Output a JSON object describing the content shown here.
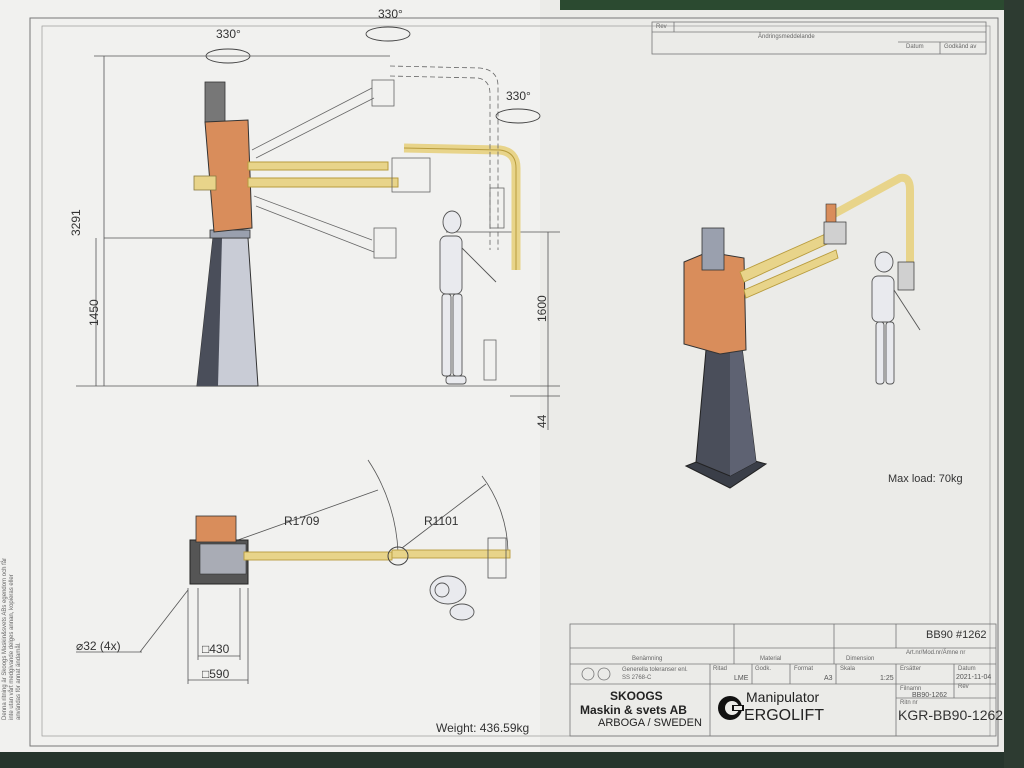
{
  "revision_block": {
    "rev_label": "Rev",
    "change_label": "Ändringsmeddelande",
    "date_label": "Datum",
    "approved_label": "Godkänd av"
  },
  "dimensions": {
    "rot_top_left": "330°",
    "rot_top_mid": "330°",
    "rot_right": "330°",
    "height_total": "3291",
    "height_column": "1450",
    "height_person": "1600",
    "offset_floor": "44",
    "radius_outer": "R1709",
    "radius_inner": "R1101",
    "bolt_holes": "⌀32 (4x)",
    "base_inner": "□430",
    "base_outer": "□590"
  },
  "notes": {
    "max_load": "Max load: 70kg",
    "weight": "Weight: 436.59kg"
  },
  "title_block": {
    "drawing_no_top": "BB90 #1262",
    "benamning_label": "Benämning",
    "material_label": "Material",
    "dimension_label": "Dimension",
    "artnr_label": "Art.nr/Mod.nr/Ämne nr",
    "tolerance_line1": "Generella toleranser enl.",
    "tolerance_line2": "SS 2768-C",
    "ritad_label": "Ritad",
    "ritad_value": "LME",
    "godk_label": "Godk.",
    "format_label": "Format",
    "format_value": "A3",
    "skala_label": "Skala",
    "skala_value": "1:25",
    "ersatter_label": "Ersätter",
    "datum_label": "Datum",
    "datum_value": "2021-11-04",
    "filnamn_label": "Filnamn",
    "filnamn_value": "BB90-1262",
    "rev_label": "Rev",
    "ritn_label": "Ritn nr",
    "ritn_value": "KGR-BB90-1262",
    "company_line1": "SKOOGS",
    "company_line2": "Maskin & svets AB",
    "company_line3": "ARBOGA / SWEDEN",
    "product_line1": "Manipulator",
    "product_line2": "ERGOLIFT"
  },
  "margin_note": "Denna ritning är Skoogs Maskin&svets ABs egendom och får inte utan vårt medgivande delges annan, kopieras eller användas för annat ändamål.",
  "colors": {
    "paper": "#eeeeec",
    "arm": "#e8d48a",
    "arm_edge": "#b89c3e",
    "housing": "#d98d5b",
    "column_dark": "#4a4e5a",
    "column_light": "#c9ccd6",
    "line": "#333333"
  }
}
